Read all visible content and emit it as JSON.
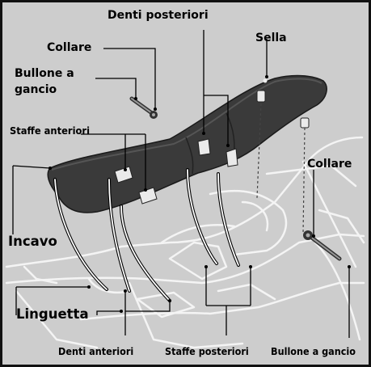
{
  "labels": {
    "denti_posteriori": "Denti posteriori",
    "collare_top": "Collare",
    "sella": "Sella",
    "bullone_a_gancio_left_1": "Bullone a",
    "bullone_a_gancio_left_2": "gancio",
    "staffe_anteriori": "Staffe anteriori",
    "collare_right": "Collare",
    "incavo": "Incavo",
    "linguetta": "Linguetta",
    "denti_anteriori": "Denti anteriori",
    "staffe_posteriori": "Staffe posteriori",
    "bullone_a_gancio_bottom": "Bullone a gancio"
  },
  "colors": {
    "frame_bg": "#cdcdcd",
    "border": "#111111",
    "seat": "#3a3a3a",
    "bike_line": "#f2f2f2"
  }
}
